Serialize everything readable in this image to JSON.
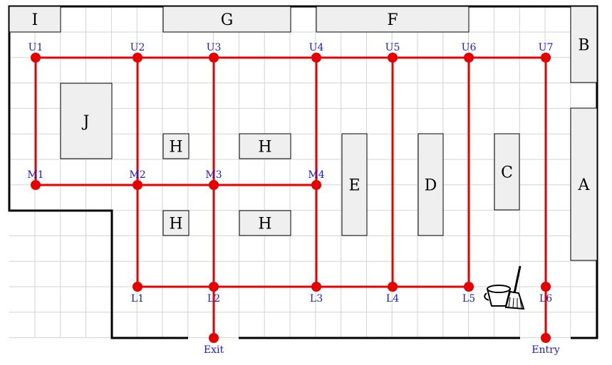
{
  "colors": {
    "path": "#e60000",
    "node": "#e60000",
    "label": "#1a1adb",
    "box_fill": "#efefef",
    "grid": "#d3d3d3",
    "wall": "#000000"
  },
  "boxes": [
    {
      "id": "I",
      "label": "I"
    },
    {
      "id": "G",
      "label": "G"
    },
    {
      "id": "F",
      "label": "F"
    },
    {
      "id": "B",
      "label": "B"
    },
    {
      "id": "J",
      "label": "J"
    },
    {
      "id": "H1",
      "label": "H"
    },
    {
      "id": "H2",
      "label": "H"
    },
    {
      "id": "H3",
      "label": "H"
    },
    {
      "id": "H4",
      "label": "H"
    },
    {
      "id": "E",
      "label": "E"
    },
    {
      "id": "D",
      "label": "D"
    },
    {
      "id": "C",
      "label": "C"
    },
    {
      "id": "A",
      "label": "A"
    }
  ],
  "nodes": [
    {
      "id": "U1",
      "label": "U1"
    },
    {
      "id": "U2",
      "label": "U2"
    },
    {
      "id": "U3",
      "label": "U3"
    },
    {
      "id": "U4",
      "label": "U4"
    },
    {
      "id": "U5",
      "label": "U5"
    },
    {
      "id": "U6",
      "label": "U6"
    },
    {
      "id": "U7",
      "label": "U7"
    },
    {
      "id": "M1",
      "label": "M1"
    },
    {
      "id": "M2",
      "label": "M2"
    },
    {
      "id": "M3",
      "label": "M3"
    },
    {
      "id": "M4",
      "label": "M4"
    },
    {
      "id": "L1",
      "label": "L1"
    },
    {
      "id": "L2",
      "label": "L2"
    },
    {
      "id": "L3",
      "label": "L3"
    },
    {
      "id": "L4",
      "label": "L4"
    },
    {
      "id": "L5",
      "label": "L5"
    },
    {
      "id": "L6",
      "label": "L6"
    },
    {
      "id": "Exit",
      "label": "Exit"
    },
    {
      "id": "Entry",
      "label": "Entry"
    }
  ],
  "edges": [
    [
      "U1",
      "U2"
    ],
    [
      "U2",
      "U3"
    ],
    [
      "U3",
      "U4"
    ],
    [
      "U4",
      "U5"
    ],
    [
      "U5",
      "U6"
    ],
    [
      "U6",
      "U7"
    ],
    [
      "U1",
      "M1"
    ],
    [
      "M1",
      "M2"
    ],
    [
      "M2",
      "M3"
    ],
    [
      "M3",
      "M4"
    ],
    [
      "U2",
      "M2"
    ],
    [
      "M2",
      "L1"
    ],
    [
      "U3",
      "M3"
    ],
    [
      "M3",
      "L2"
    ],
    [
      "U4",
      "M4"
    ],
    [
      "M4",
      "L3"
    ],
    [
      "U5",
      "L4"
    ],
    [
      "U6",
      "L5"
    ],
    [
      "L1",
      "L2"
    ],
    [
      "L2",
      "L3"
    ],
    [
      "L3",
      "L4"
    ],
    [
      "L4",
      "L5"
    ],
    [
      "U7",
      "L6"
    ],
    [
      "L2",
      "Exit"
    ],
    [
      "L6",
      "Entry"
    ]
  ],
  "icons": [
    "bucket-broom-icon"
  ]
}
